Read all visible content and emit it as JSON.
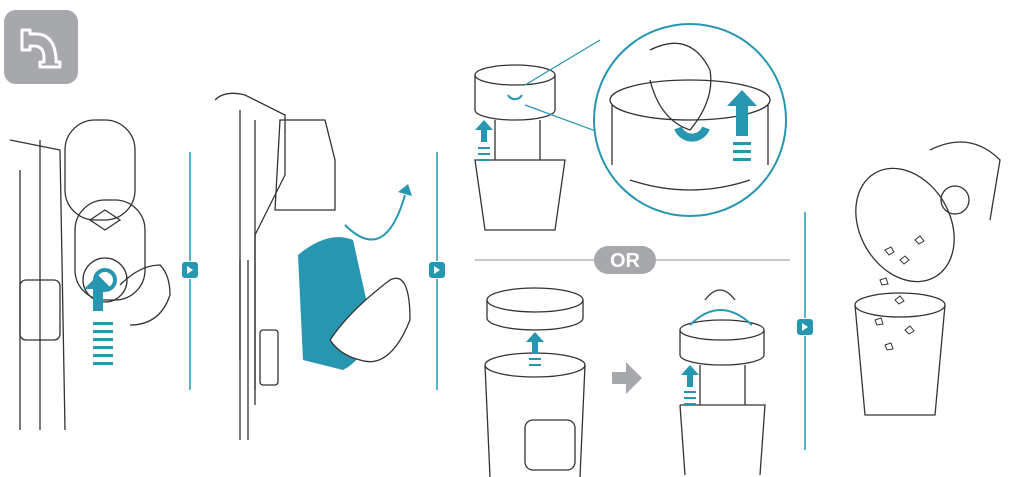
{
  "title_icon": "pipe-icon",
  "separator": {
    "label": "OR"
  },
  "colors": {
    "accent": "#2796b0",
    "icon_bg": "#a7a8ab",
    "divider": "#2796b0",
    "next_arrow": "#a7a8ab"
  },
  "steps": [
    {
      "name": "press-release-button"
    },
    {
      "name": "remove-dust-bin"
    },
    {
      "name": "open-bin-lid-option-a"
    },
    {
      "name": "open-bin-lid-option-b"
    },
    {
      "name": "empty-bin"
    }
  ]
}
